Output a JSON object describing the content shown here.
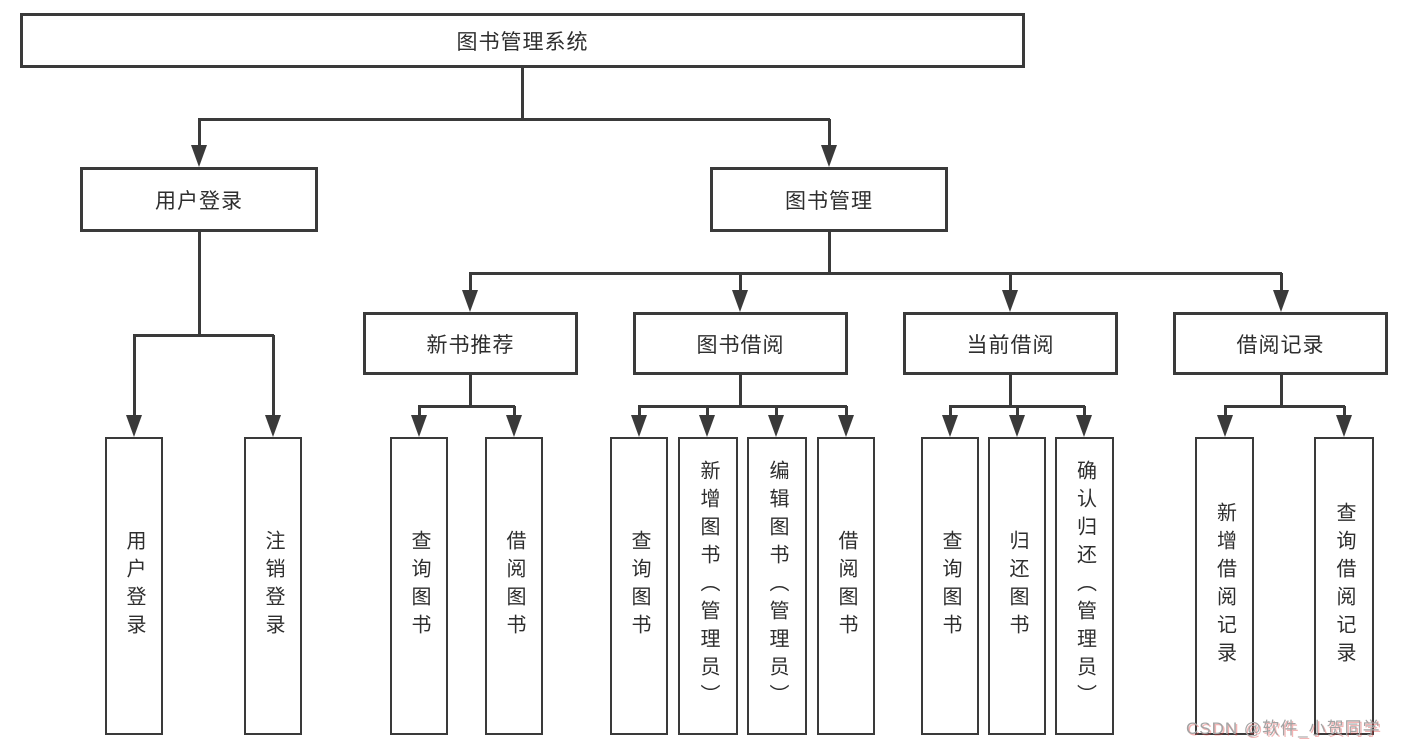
{
  "tree": {
    "label": "图书管理系统",
    "children": [
      {
        "label": "用户登录",
        "children": [
          {
            "label": "用户登录"
          },
          {
            "label": "注销登录"
          }
        ]
      },
      {
        "label": "图书管理",
        "children": [
          {
            "label": "新书推荐",
            "children": [
              {
                "label": "查询图书"
              },
              {
                "label": "借阅图书"
              }
            ]
          },
          {
            "label": "图书借阅",
            "children": [
              {
                "label": "查询图书"
              },
              {
                "label": "新增图书（管理员）"
              },
              {
                "label": "编辑图书（管理员）"
              },
              {
                "label": "借阅图书"
              }
            ]
          },
          {
            "label": "当前借阅",
            "children": [
              {
                "label": "查询图书"
              },
              {
                "label": "归还图书"
              },
              {
                "label": "确认归还（管理员）"
              }
            ]
          },
          {
            "label": "借阅记录",
            "children": [
              {
                "label": "新增借阅记录"
              },
              {
                "label": "查询借阅记录"
              }
            ]
          }
        ]
      }
    ]
  },
  "colors": {
    "line": "#3a3a3a",
    "text": "#2e2e2e",
    "background": "#ffffff",
    "watermark": "#a3a3a3"
  },
  "watermark": {
    "text": "CSDN @软件_小贺同学"
  }
}
